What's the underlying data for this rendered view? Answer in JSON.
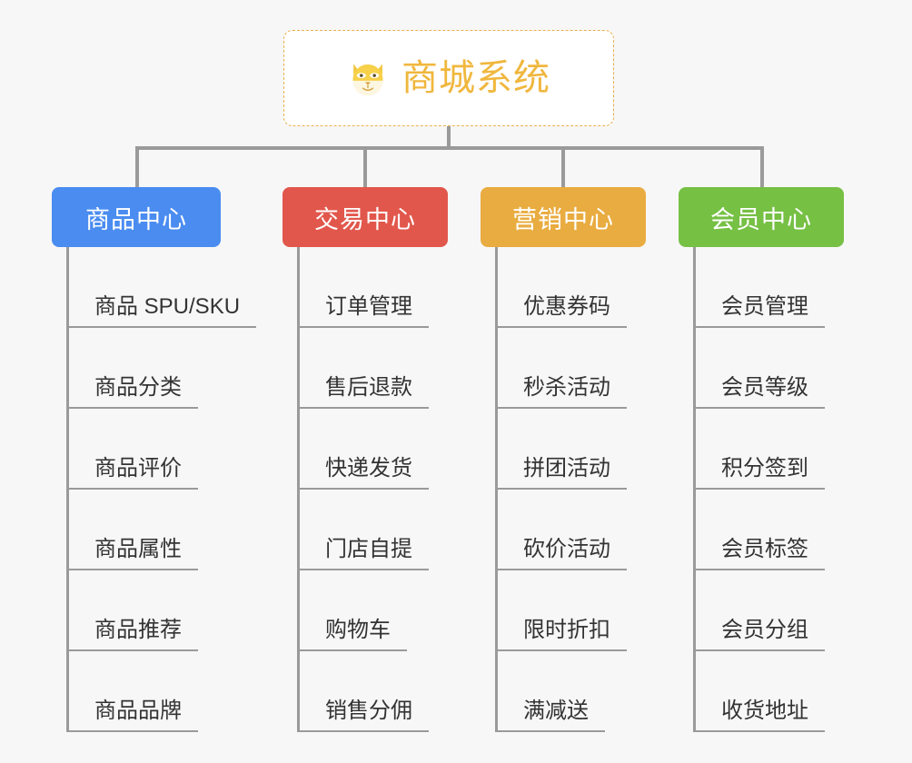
{
  "page": {
    "background_color": "#f7f7f7",
    "line_color": "#9a9a9a"
  },
  "root": {
    "title": "商城系统",
    "icon": "shiba-dog-face-icon",
    "text_color": "#f0b73e",
    "border_color": "#e8b04b",
    "background_color": "#ffffff"
  },
  "columns": [
    {
      "header": "商品中心",
      "color": "#4a8cf0",
      "items": [
        "商品 SPU/SKU",
        "商品分类",
        "商品评价",
        "商品属性",
        "商品推荐",
        "商品品牌"
      ]
    },
    {
      "header": "交易中心",
      "color": "#e2574c",
      "items": [
        "订单管理",
        "售后退款",
        "快递发货",
        "门店自提",
        "购物车",
        "销售分佣"
      ]
    },
    {
      "header": "营销中心",
      "color": "#e9ac40",
      "items": [
        "优惠券码",
        "秒杀活动",
        "拼团活动",
        "砍价活动",
        "限时折扣",
        "满减送"
      ]
    },
    {
      "header": "会员中心",
      "color": "#76c044",
      "items": [
        "会员管理",
        "会员等级",
        "积分签到",
        "会员标签",
        "会员分组",
        "收货地址"
      ]
    }
  ]
}
